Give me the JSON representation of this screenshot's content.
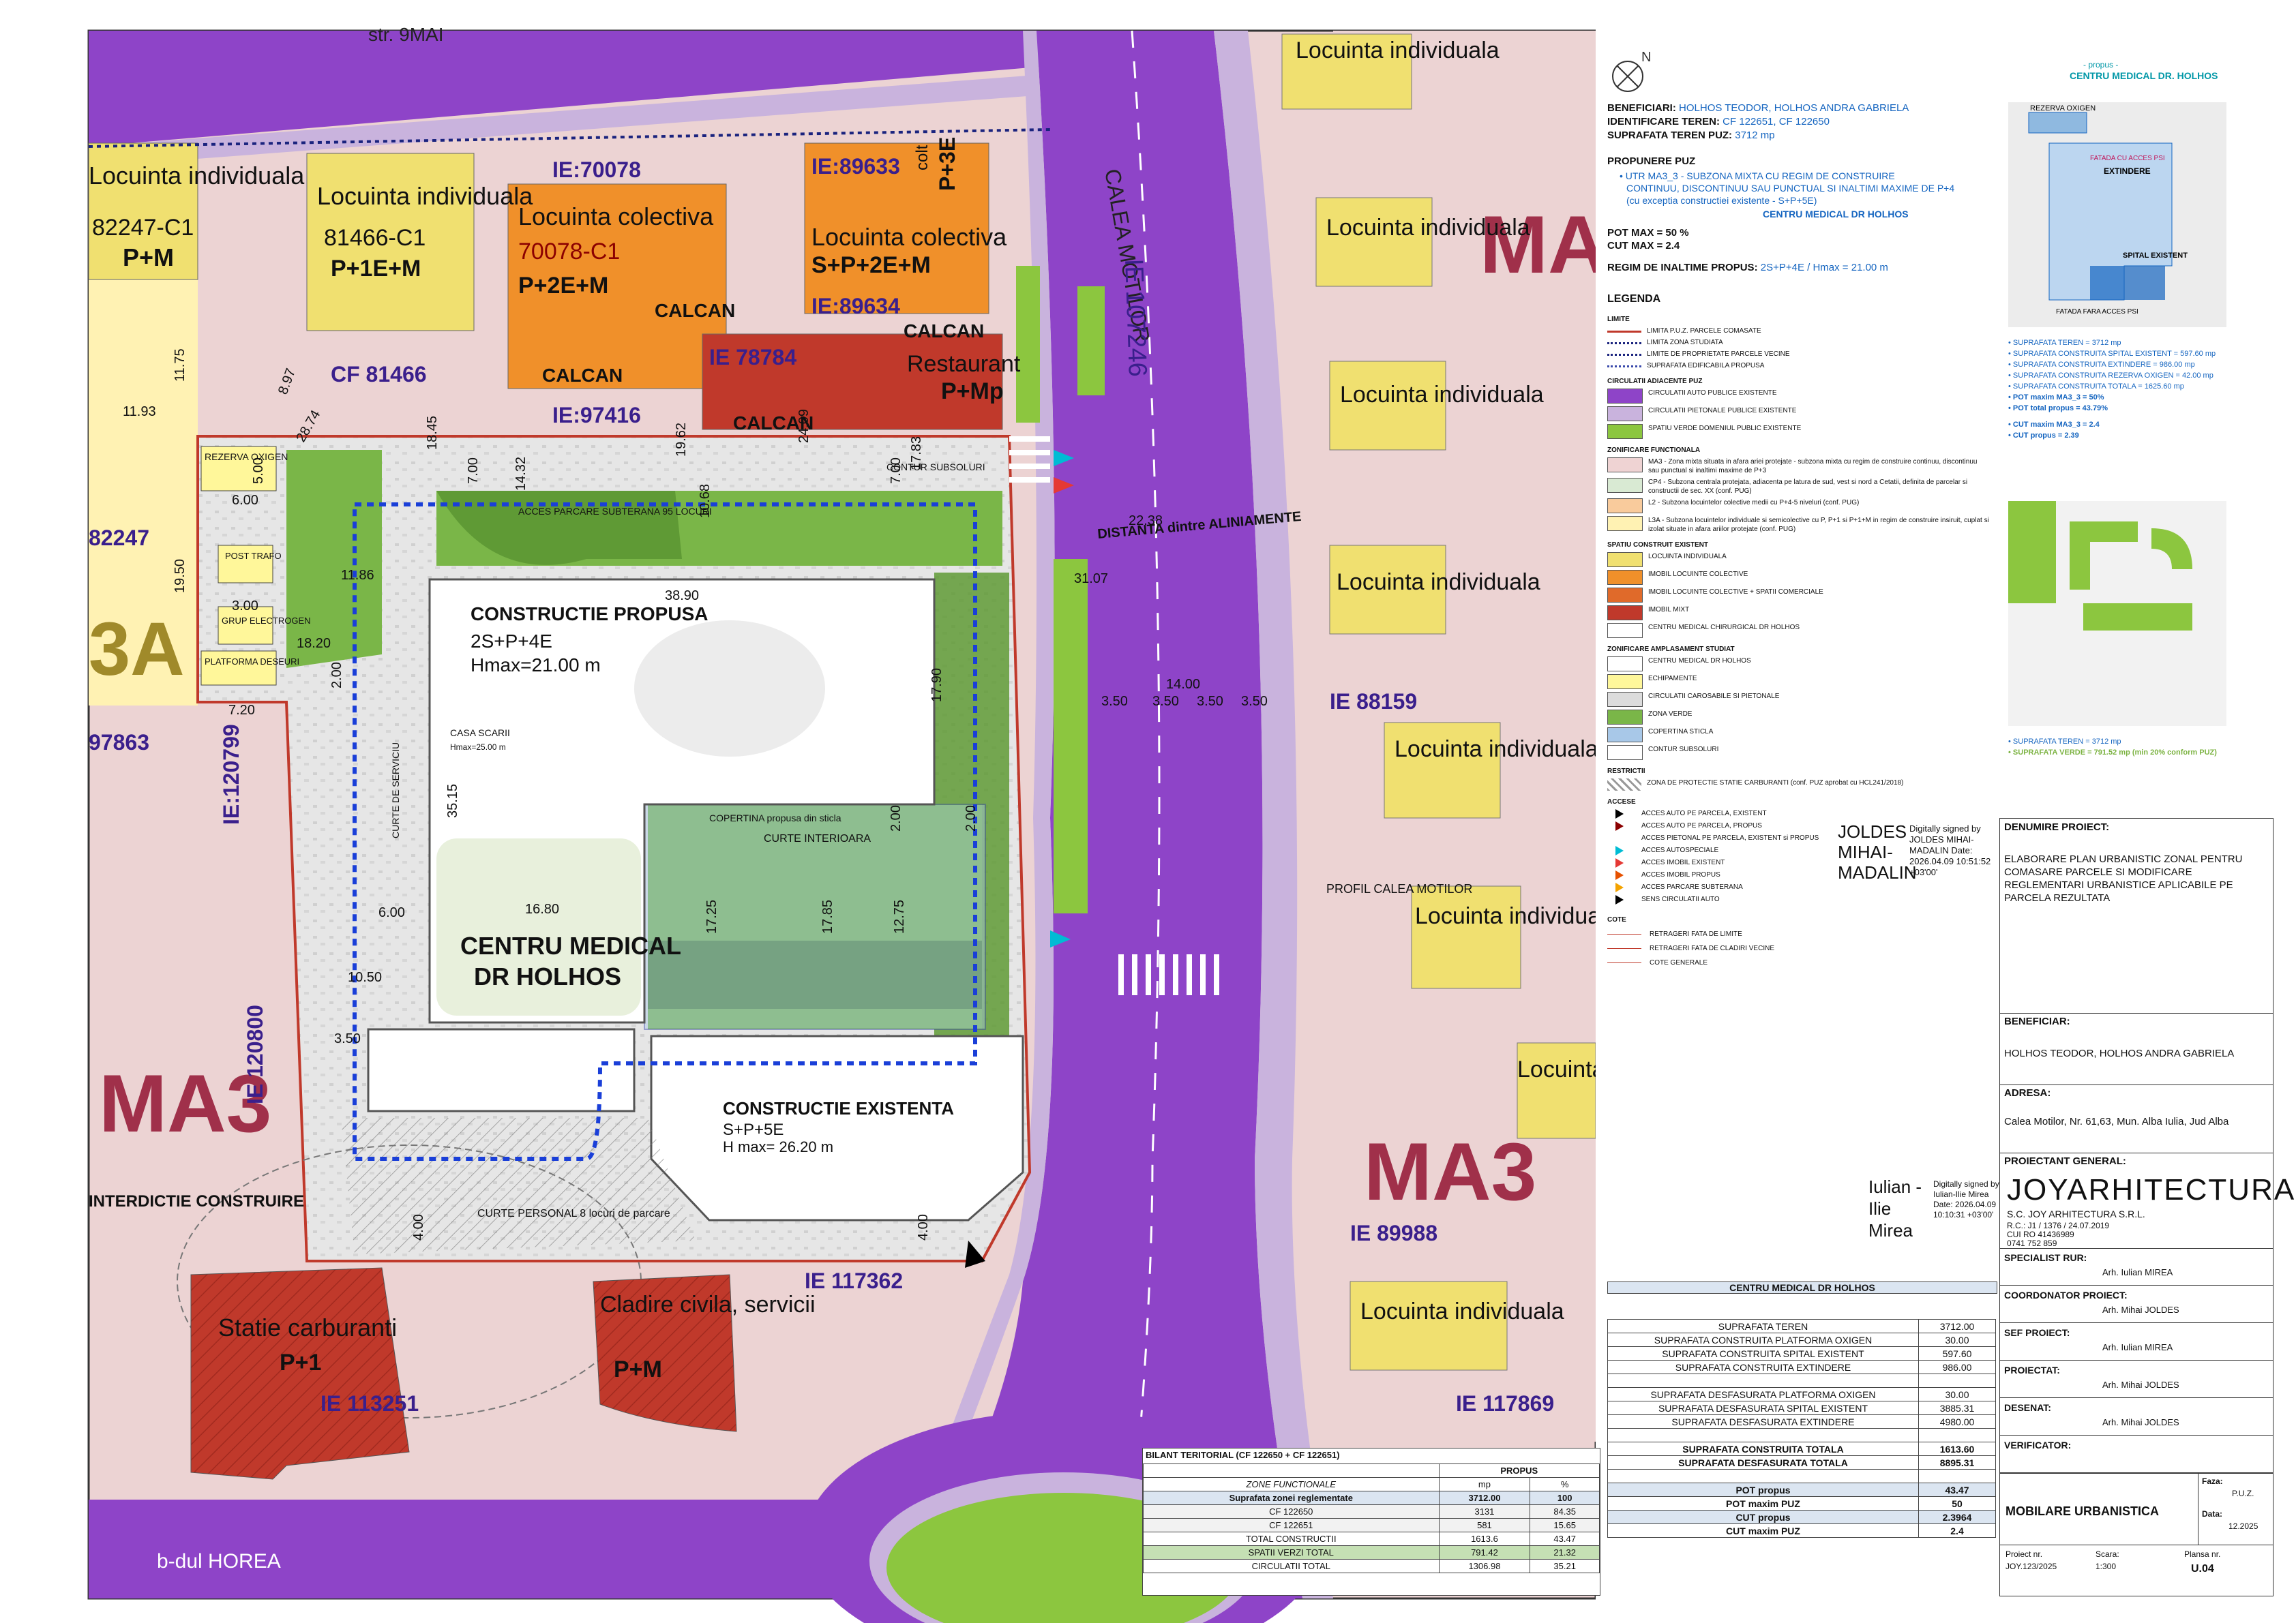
{
  "legend": {
    "title": "LEGENDA",
    "limits_heading": "LIMITE",
    "limits": [
      {
        "label": "LIMITA P.U.Z. PARCELE COMASATE",
        "color": "#c0392b"
      },
      {
        "label": "LIMITA ZONA STUDIATA",
        "color": "#1a237e"
      },
      {
        "label": "LIMITE DE PROPRIETATE PARCELE VECINE",
        "color": "#1a237e"
      },
      {
        "label": "SUPRAFATA EDIFICABILA PROPUSA",
        "color": "#3949ab"
      }
    ],
    "circulation_heading": "CIRCULATII ADIACENTE PUZ",
    "circulation": [
      {
        "label": "CIRCULATII AUTO PUBLICE EXISTENTE",
        "color": "#8e44c8"
      },
      {
        "label": "CIRCULATII PIETONALE PUBLICE EXISTENTE",
        "color": "#c9b3dd"
      },
      {
        "label": "SPATIU VERDE DOMENIUL PUBLIC EXISTENTE",
        "color": "#8cc63f"
      }
    ],
    "zoning_heading": "ZONIFICARE FUNCTIONALA",
    "zoning": [
      {
        "label": "MA3 - Zona mixta situata in afara ariei protejate - subzona mixta cu regim de construire continuu, discontinuu sau punctual si inaltimi maxime de P+3",
        "color": "#efd3d3"
      },
      {
        "label": "CP4 - Subzona centrala protejata, adiacenta pe latura de sud, vest si nord a Cetatii, definita de parcelar si constructii de sec. XX (conf. PUG)",
        "color": "#d9ead3"
      },
      {
        "label": "L2 - Subzona locuintelor colective medii cu P+4-5 niveluri (conf. PUG)",
        "color": "#f9cb9c"
      },
      {
        "label": "L3A - Subzona locuintelor individuale si semicolective cu P, P+1 si P+1+M in regim de construire insiruit, cuplat si izolat situate in afara ariilor protejate (conf. PUG)",
        "color": "#fff2b3"
      }
    ],
    "buildings_heading": "SPATIU CONSTRUIT EXISTENT",
    "buildings": [
      {
        "label": "LOCUINTA INDIVIDUALA",
        "color": "#f0e070"
      },
      {
        "label": "IMOBIL LOCUINTE COLECTIVE",
        "color": "#f0902a"
      },
      {
        "label": "IMOBIL LOCUINTE COLECTIVE + SPATII COMERCIALE",
        "color": "#e06a2a"
      },
      {
        "label": "IMOBIL MIXT",
        "color": "#c0392b"
      },
      {
        "label": "CENTRU MEDICAL CHIRURGICAL DR HOLHOS",
        "color": "#ffffff"
      }
    ],
    "study_heading": "ZONIFICARE AMPLASAMENT STUDIAT",
    "study": [
      {
        "label": "CENTRU MEDICAL DR HOLHOS",
        "color": "#ffffff"
      },
      {
        "label": "ECHIPAMENTE",
        "color": "#fff79a"
      },
      {
        "label": "CIRCULATII CAROSABILE SI PIETONALE",
        "color": "#dcdcdc"
      },
      {
        "label": "ZONA VERDE",
        "color": "#7ab648"
      },
      {
        "label": "COPERTINA STICLA",
        "color": "#a8c8e8"
      },
      {
        "label": "CONTUR SUBSOLURI",
        "color": "#ffffff"
      }
    ],
    "restrictions_heading": "RESTRICTII",
    "restrictions": [
      {
        "label": "ZONA DE PROTECTIE STATIE CARBURANTI (conf. PUZ aprobat cu HCL241/2018)",
        "color": "#bbbbbb"
      }
    ],
    "access_heading": "ACCESE",
    "access": [
      {
        "label": "ACCES AUTO PE PARCELA, EXISTENT",
        "color": "#000000"
      },
      {
        "label": "ACCES AUTO PE PARCELA, PROPUS",
        "color": "#8b0000"
      },
      {
        "label": "ACCES PIETONAL PE PARCELA, EXISTENT si PROPUS",
        "color": "#ffffff"
      },
      {
        "label": "ACCES AUTOSPECIALE",
        "color": "#00bcd4"
      },
      {
        "label": "ACCES IMOBIL EXISTENT",
        "color": "#e53935"
      },
      {
        "label": "ACCES IMOBIL PROPUS",
        "color": "#e65100"
      },
      {
        "label": "ACCES PARCARE SUBTERANA",
        "color": "#f4a300"
      },
      {
        "label": "SENS CIRCULATII AUTO",
        "color": "#000000"
      }
    ],
    "cote_heading": "COTE",
    "cote": [
      "RETRAGERI FATA DE LIMITE",
      "RETRAGERI FATA DE CLADIRI VECINE",
      "COTE GENERALE"
    ]
  },
  "info": {
    "beneficiar_label": "BENEFICIARI:",
    "beneficiar_value": "HOLHOS TEODOR, HOLHOS ANDRA GABRIELA",
    "ident_label": "IDENTIFICARE TEREN:",
    "ident_value": "CF 122651, CF 122650",
    "surface_label": "SUPRAFATA TEREN PUZ:",
    "surface_value": "3712 mp",
    "proposal_label": "PROPUNERE PUZ",
    "utr_line1": "• UTR MA3_3 - SUBZONA MIXTA CU REGIM DE CONSTRUIRE",
    "utr_line2": "CONTINUU, DISCONTINUU SAU PUNCTUAL SI INALTIMI MAXIME DE P+4",
    "utr_line3": "(cu exceptia constructiei existente - S+P+5E)",
    "utr_center": "CENTRU MEDICAL DR HOLHOS",
    "pot_max": "POT MAX = 50 %",
    "cut_max": "CUT MAX = 2.4",
    "regim_label": "REGIM DE INALTIME PROPUS:",
    "regim_value": "2S+P+4E / Hmax = 21.00 m"
  },
  "inset": {
    "title_small": "- propus -",
    "title": "CENTRU MEDICAL DR. HOLHOS",
    "labels": {
      "oxygen": "REZERVA OXIGEN",
      "extension": "EXTINDERE",
      "existing": "SPITAL EXISTENT",
      "facade_access": "FATADA CU ACCES PSI",
      "facade_no_access": "FATADA FARA ACCES PSI"
    },
    "lines": [
      "• SUPRAFATA TEREN = 3712 mp",
      "• SUPRAFATA CONSTRUITA SPITAL EXISTENT = 597.60 mp",
      "• SUPRAFATA CONSTRUITA EXTINDERE = 986.00 mp",
      "• SUPRAFATA CONSTRUITA REZERVA OXIGEN = 42.00 mp",
      "• SUPRAFATA CONSTRUITA TOTALA = 1625.60 mp",
      "• POT maxim MA3_3 = 50%",
      "• POT total propus = 43.79%",
      "• CUT maxim MA3_3 = 2.4",
      "• CUT propus = 2.39"
    ],
    "green_lines": [
      "• SUPRAFATA TEREN = 3712 mp",
      "• SUPRAFATA VERDE = 791.52 mp (min 20% conform PUZ)"
    ]
  },
  "signatures": {
    "sig1_name": "JOLDES MIHAI-MADALIN",
    "sig1_text": "Digitally signed by JOLDES MIHAI-MADALIN Date: 2026.04.09 10:51:52 +03'00'",
    "sig2_name": "Iulian -Ilie Mirea",
    "sig2_text": "Digitally signed by Iulian-Ilie Mirea Date: 2026.04.09 10:10:31 +03'00'"
  },
  "titleblock": {
    "project_label": "DENUMIRE PROIECT:",
    "project_value": "ELABORARE PLAN URBANISTIC ZONAL PENTRU COMASARE PARCELE SI MODIFICARE REGLEMENTARI URBANISTICE APLICABILE PE PARCELA REZULTATA",
    "beneficiar_label": "BENEFICIAR:",
    "beneficiar_value": "HOLHOS TEODOR, HOLHOS ANDRA GABRIELA",
    "adresa_label": "ADRESA:",
    "adresa_value": "Calea Motilor, Nr. 61,63, Mun. Alba Iulia, Jud Alba",
    "proiectant_label": "PROIECTANT GENERAL:",
    "firm_logo": "JOYARHITECTURA",
    "firm_name": "S.C. JOY ARHITECTURA S.R.L.",
    "firm_rc": "R.C.: J1 / 1376 / 24.07.2019",
    "firm_cui": "CUI RO 41436989",
    "firm_tel": "0741 752 859",
    "roles": [
      {
        "label": "SPECIALIST RUR:",
        "name": "Arh. Iulian MIREA"
      },
      {
        "label": "COORDONATOR PROIECT:",
        "name": "Arh. Mihai JOLDES"
      },
      {
        "label": "SEF PROIECT:",
        "name": "Arh. Iulian MIREA"
      },
      {
        "label": "PROIECTAT:",
        "name": "Arh. Mihai JOLDES"
      },
      {
        "label": "DESENAT:",
        "name": "Arh. Mihai JOLDES"
      },
      {
        "label": "VERIFICATOR:",
        "name": ""
      }
    ],
    "sheet_title": "MOBILARE URBANISTICA",
    "faza_label": "Faza:",
    "faza_value": "P.U.Z.",
    "data_label": "Data:",
    "data_value": "12.2025",
    "proiect_label": "Proiect nr.",
    "proiect_value": "JOY.123/2025",
    "scara_label": "Scara:",
    "scara_value": "1:300",
    "plansa_label": "Plansa nr.",
    "plansa_value": "U.04"
  },
  "stats_table": {
    "title": "CENTRU MEDICAL DR HOLHOS",
    "rows": [
      [
        "SUPRAFATA TEREN",
        "3712.00"
      ],
      [
        "SUPRAFATA CONSTRUITA PLATFORMA OXIGEN",
        "30.00"
      ],
      [
        "SUPRAFATA CONSTRUITA SPITAL EXISTENT",
        "597.60"
      ],
      [
        "SUPRAFATA CONSTRUITA EXTINDERE",
        "986.00"
      ],
      [
        "",
        ""
      ],
      [
        "SUPRAFATA DESFASURATA PLATFORMA OXIGEN",
        "30.00"
      ],
      [
        "SUPRAFATA DESFASURATA SPITAL EXISTENT",
        "3885.31"
      ],
      [
        "SUPRAFATA DESFASURATA EXTINDERE",
        "4980.00"
      ],
      [
        "",
        ""
      ],
      [
        "SUPRAFATA CONSTRUITA TOTALA",
        "1613.60"
      ],
      [
        "SUPRAFATA DESFASURATA TOTALA",
        "8895.31"
      ],
      [
        "",
        ""
      ],
      [
        "POT propus",
        "43.47"
      ],
      [
        "POT maxim PUZ",
        "50"
      ],
      [
        "CUT propus",
        "2.3964"
      ],
      [
        "CUT maxim PUZ",
        "2.4"
      ]
    ]
  },
  "bilant_table": {
    "title": "BILANT TERITORIAL (CF 122650 + CF 122651)",
    "header_propus": "PROPUS",
    "header_zone": "ZONE FUNCTIONALE",
    "header_mp": "mp",
    "header_pct": "%",
    "rows": [
      [
        "Suprafata zonei reglementate",
        "3712.00",
        "100"
      ],
      [
        "CF 122650",
        "3131",
        "84.35"
      ],
      [
        "CF 122651",
        "581",
        "15.65"
      ],
      [
        "TOTAL CONSTRUCTII",
        "1613.6",
        "43.47"
      ],
      [
        "SPATII VERZI TOTAL",
        "791.42",
        "21.32"
      ],
      [
        "CIRCULATII TOTAL",
        "1306.98",
        "35.21"
      ]
    ]
  },
  "map": {
    "streets": {
      "top": "str. 9MAI",
      "main": "CALEA MOTILOR",
      "bottom": "b-dul HOREA",
      "main_ie": "IE 107246"
    },
    "zones": {
      "ma_top": "MA",
      "ma3_left": "MA3",
      "ma3_right": "MA3",
      "l3a": "3A"
    },
    "buildings": [
      {
        "name": "Locuinta individuala",
        "id": "82247-C1",
        "height": "P+M"
      },
      {
        "name": "Locuinta individuala",
        "id": "81466-C1",
        "height": "P+1E+M"
      },
      {
        "name": "Locuinta colectiva",
        "id": "70078-C1",
        "height": "P+2E+M"
      },
      {
        "name": "Locuinta colectiva",
        "id": "",
        "height": "S+P+2E+M"
      },
      {
        "name": "Restaurant",
        "id": "",
        "height": "P+Mp"
      },
      {
        "name": "Statie carburanti",
        "id": "",
        "height": "P+1"
      },
      {
        "name": "Cladire civila, servicii",
        "id": "",
        "height": "P+M"
      }
    ],
    "right_houses": [
      "Locuinta individuala",
      "Locuinta individuala",
      "Locuinta individuala",
      "Locuinta individuala",
      "Locuinta individuala",
      "Locuinta individuala",
      "Locuinta individuala",
      "Locuinta individuala"
    ],
    "parcels": [
      "IE:70078",
      "IE:89633",
      "IE:89634",
      "IE 78784",
      "CF 81466",
      "IE:97416",
      "IE:120799",
      "IE 120800",
      "IE 117362",
      "IE 113251",
      "IE 88159",
      "IE 89988",
      "IE 117869",
      "82247",
      "97863"
    ],
    "labels": {
      "calcan": "CALCAN",
      "colt": "colt",
      "colt_height": "P+3E",
      "proposed_title": "CONSTRUCTIE PROPUSA",
      "proposed_regime": "2S+P+4E",
      "proposed_hmax": "Hmax=21.00 m",
      "center_title": "CENTRU MEDICAL",
      "center_subtitle": "DR HOLHOS",
      "existing_title": "CONSTRUCTIE EXISTENTA",
      "existing_regime": "S+P+5E",
      "existing_hmax": "H max= 26.20 m",
      "courtyard": "CURTE INTERIOARA",
      "canopy": "COPERTINA propusa din sticla",
      "subsoil": "CONTUR SUBSOLURI",
      "parking": "ACCES PARCARE SUBTERANA 95 LOCURI",
      "staff_yard": "CURTE PERSONAL 8 locuri de parcare",
      "stairs": "CASA SCARII",
      "stairs_h": "Hmax=25.00 m",
      "service_yard": "CURTE DE SERVICIU",
      "oxygen": "REZERVA OXIGEN",
      "trafo": "POST TRAFO",
      "generator": "GRUP ELECTROGEN",
      "waste": "PLATFORMA DESEURI",
      "interdictie": "INTERDICTIE CONSTRUIRE",
      "distanta": "DISTANTA dintre ALINIAMENTE",
      "profil": "PROFIL CALEA MOTILOR",
      "d_22": "22.38",
      "d_31": "31.07",
      "d_14": "14.00",
      "d_350": "3.50",
      "d_38": "38.90",
      "d_1790": "17.90",
      "d_1680": "16.80",
      "d_1725": "17.25",
      "d_1785": "17.85",
      "d_1275": "12.75",
      "d_3515": "35.15",
      "d_600": "6.00",
      "d_1186": "11.86",
      "d_1950": "19.50",
      "d_720": "7.20",
      "d_1050": "10.50",
      "d_1820": "18.20",
      "d_1175": "11.75",
      "d_1193": "11.93",
      "d_2874": "28.74",
      "d_1845": "18.45",
      "d_1432": "14.32",
      "d_1962": "19.62",
      "d_1068": "10.68",
      "d_2409": "24.09",
      "d_1783": "17.83",
      "d_897": "8.97",
      "d_400": "4.00",
      "d_200": "2.00",
      "d_300": "3.00",
      "d_500": "5.00",
      "d_700": "7.00"
    }
  },
  "colors": {
    "purple_road": "#8e44c8",
    "lilac": "#c9b3dd",
    "green": "#8cc63f",
    "pink": "#e8c8c8",
    "yellow": "#f0e070",
    "orange": "#f0902a",
    "red": "#c0392b",
    "zone_text": "#a0304a",
    "ie_text": "#3a1f8c"
  }
}
